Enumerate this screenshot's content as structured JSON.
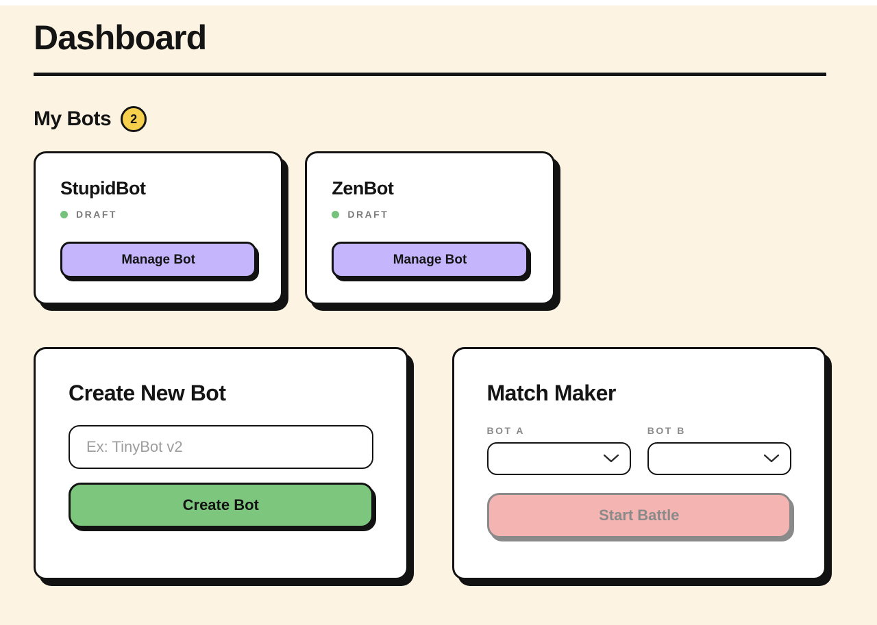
{
  "page": {
    "title": "Dashboard"
  },
  "my_bots": {
    "heading": "My Bots",
    "count_badge": "2",
    "bots": [
      {
        "name": "StupidBot",
        "status": "DRAFT",
        "manage_label": "Manage Bot"
      },
      {
        "name": "ZenBot",
        "status": "DRAFT",
        "manage_label": "Manage Bot"
      }
    ]
  },
  "create_bot": {
    "heading": "Create New Bot",
    "name_placeholder": "Ex: TinyBot v2",
    "submit_label": "Create Bot"
  },
  "match_maker": {
    "heading": "Match Maker",
    "bot_a_label": "BOT A",
    "bot_b_label": "BOT B",
    "bot_a_value": "",
    "bot_b_value": "",
    "start_label": "Start Battle"
  },
  "icons": {
    "bot_a_chevron": "chevron-down-icon",
    "bot_b_chevron": "chevron-down-icon"
  },
  "colors": {
    "background": "#fcf3e3",
    "ink": "#121212",
    "card": "#ffffff",
    "badge_yellow": "#f6d04d",
    "status_green": "#74c27c",
    "manage_purple": "#c4b5fd",
    "create_green": "#7dc67e",
    "battle_pink": "#f4b4b1",
    "disabled_gray": "#8a8a8a",
    "muted_text": "#7b7b7b"
  }
}
